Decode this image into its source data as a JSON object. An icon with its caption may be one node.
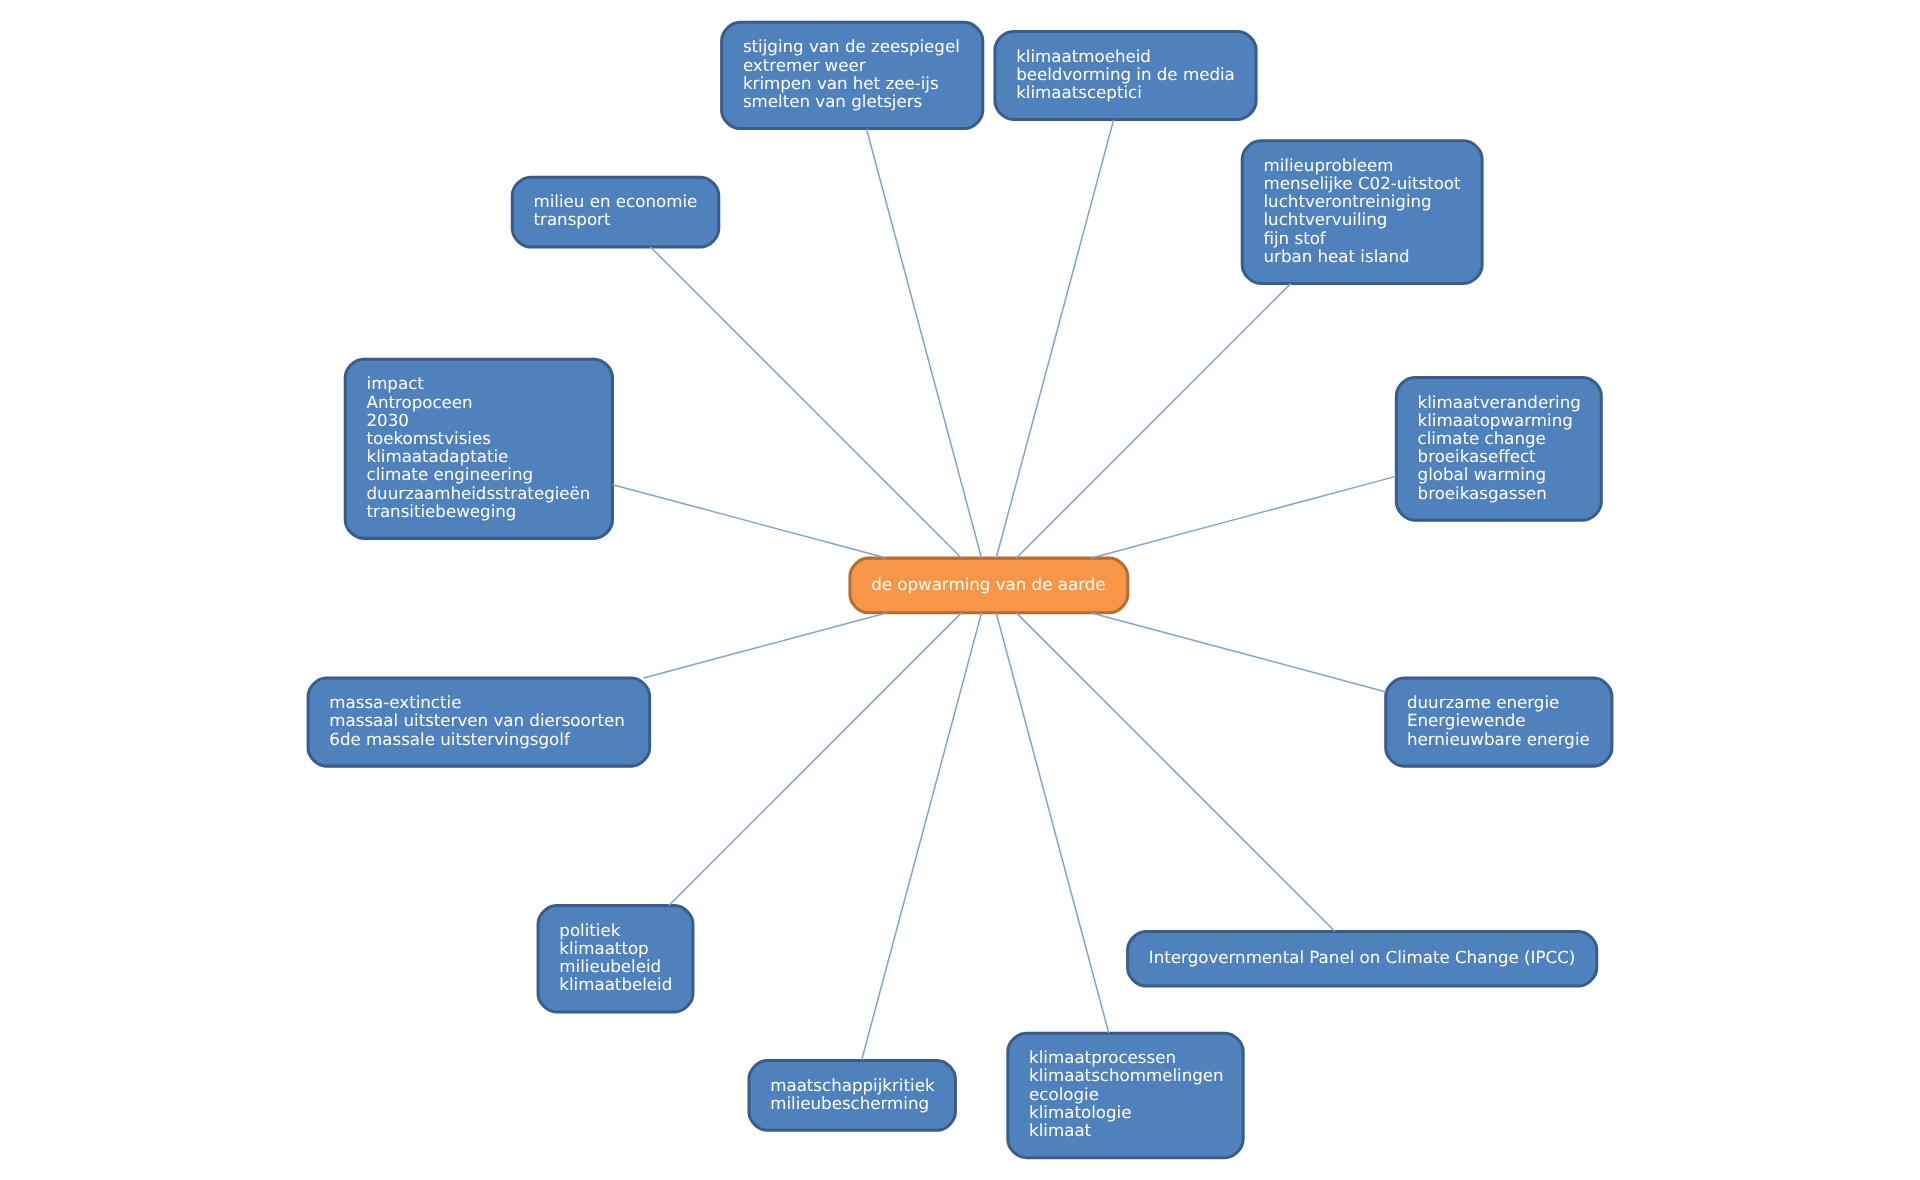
{
  "diagram": {
    "nodes": [
      {
        "text": [
          "de opwarming van de aarde"
        ]
      },
      {
        "text": [
          "klimaatverandering",
          "klimaatopwarming",
          "climate change",
          "broeikaseffect",
          "global warming",
          "broeikasgassen"
        ]
      },
      {
        "text": [
          "milieuprobleem",
          "menselijke C02-uitstoot",
          "luchtverontreiniging",
          "luchtvervuiling",
          "fijn stof",
          "urban heat island"
        ]
      },
      {
        "text": [
          "klimaatmoeheid",
          "beeldvorming in de media",
          "klimaatsceptici"
        ]
      },
      {
        "text": [
          "stijging van de zeespiegel",
          "extremer weer",
          "krimpen van het zee-ijs",
          "smelten van gletsjers"
        ]
      },
      {
        "text": [
          "milieu en economie",
          "transport"
        ]
      },
      {
        "text": [
          "impact",
          "Antropoceen",
          "2030",
          "toekomstvisies",
          "klimaatadaptatie",
          "climate engineering",
          "duurzaamheidsstrategieën",
          "transitiebeweging"
        ]
      },
      {
        "text": [
          "massa-extinctie",
          "massaal uitsterven van diersoorten",
          "6de massale uitstervingsgolf"
        ]
      },
      {
        "text": [
          "politiek",
          "klimaattop",
          "milieubeleid",
          "klimaatbeleid"
        ]
      },
      {
        "text": [
          "maatschappijkritiek",
          "milieubescherming"
        ]
      },
      {
        "text": [
          "klimaatprocessen",
          "klimaatschommelingen",
          "ecologie",
          "klimatologie",
          "klimaat"
        ]
      },
      {
        "text": [
          "Intergovernmental Panel on Climate Change (IPCC)"
        ]
      },
      {
        "text": [
          "duurzame energie",
          "Energiewende",
          "hernieuwbare energie"
        ]
      }
    ],
    "edges": [
      {
        "from": 0,
        "to": 1,
        "arrow": "none"
      },
      {
        "from": 0,
        "to": 2,
        "arrow": "none"
      },
      {
        "from": 0,
        "to": 3,
        "arrow": "none"
      },
      {
        "from": 0,
        "to": 4,
        "arrow": "none"
      },
      {
        "from": 0,
        "to": 5,
        "arrow": "none"
      },
      {
        "from": 0,
        "to": 6,
        "arrow": "none"
      },
      {
        "from": 0,
        "to": 7,
        "arrow": "none"
      },
      {
        "from": 0,
        "to": 8,
        "arrow": "none"
      },
      {
        "from": 0,
        "to": 9,
        "arrow": "none"
      },
      {
        "from": 0,
        "to": 10,
        "arrow": "none"
      },
      {
        "from": 0,
        "to": 11,
        "arrow": "none"
      },
      {
        "from": 0,
        "to": 12,
        "arrow": "none"
      }
    ]
  }
}
